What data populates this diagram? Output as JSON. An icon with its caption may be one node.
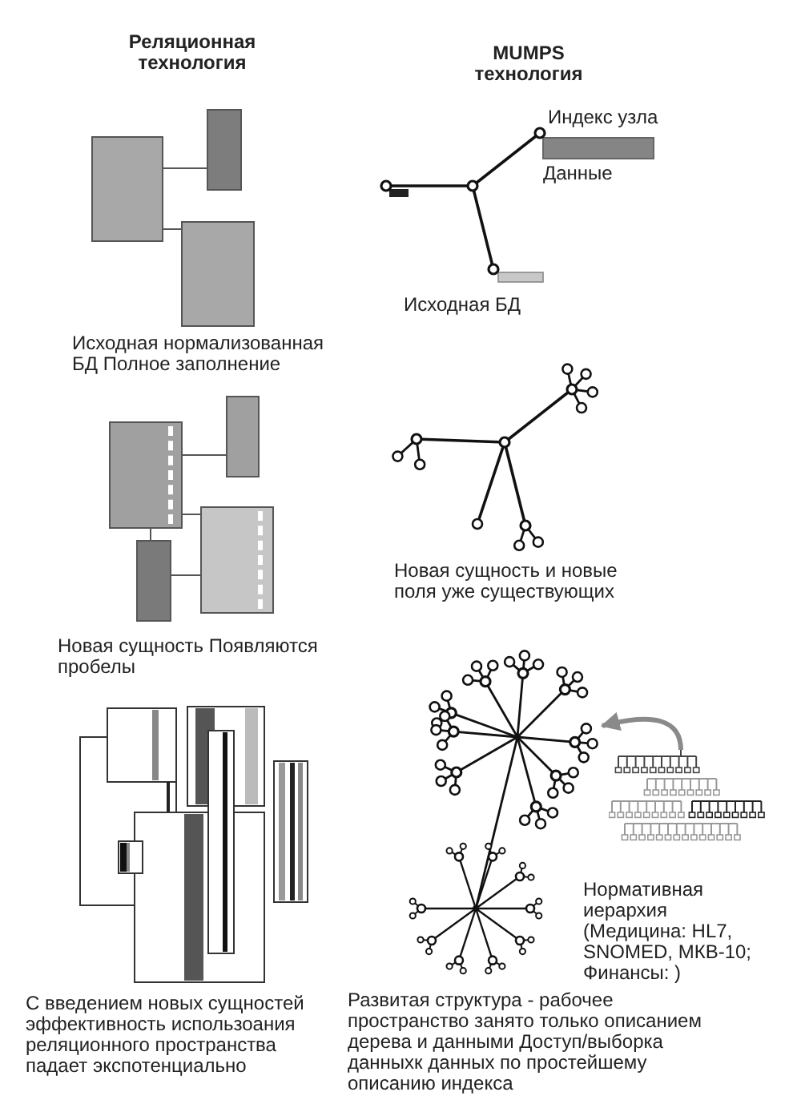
{
  "diagram": {
    "nodes": [
      {
        "text": [],
        "shape": "box"
      },
      {
        "text": [],
        "shape": "box"
      },
      {
        "text": [],
        "shape": "box"
      },
      {
        "text": [],
        "shape": "box"
      },
      {
        "text": [],
        "shape": "box"
      },
      {
        "text": [],
        "shape": "box"
      },
      {
        "text": [],
        "shape": "box"
      },
      {
        "text": [],
        "shape": "picture"
      },
      {
        "text": [],
        "shape": "picture"
      }
    ],
    "edges": [
      {
        "from": 0,
        "to": 1,
        "arrow": "none"
      },
      {
        "from": 0,
        "to": 2,
        "arrow": "none"
      },
      {
        "from": 3,
        "to": 4,
        "arrow": "none"
      },
      {
        "from": 3,
        "to": 5,
        "arrow": "none"
      },
      {
        "from": 3,
        "to": 6,
        "arrow": "none"
      },
      {
        "from": 6,
        "to": 5,
        "arrow": "none"
      },
      {
        "from": 8,
        "to": 7,
        "arrow": "to",
        "style": "thick"
      }
    ],
    "labels": [
      "Реляционная технология",
      "MUMPS технология",
      "Индекс узла",
      "Данные",
      "Исходная БД",
      "Исходная нормализованная БД Полное заполнение",
      "Новая сущность и новые поля уже существующих",
      "Новая сущность Появляются пробелы",
      "Нормативная иерархия (Медицина: HL7, SNOMED, МКВ-10; Финансы: )",
      "С введением новых сущностей эффективность использоания реляционного пространства падает экспотенциально",
      "Развитая структура - рабочее пространство занято только описанием дерева и данными Доступ/выборка данныхк данных по простейшему описанию индекса"
    ]
  }
}
